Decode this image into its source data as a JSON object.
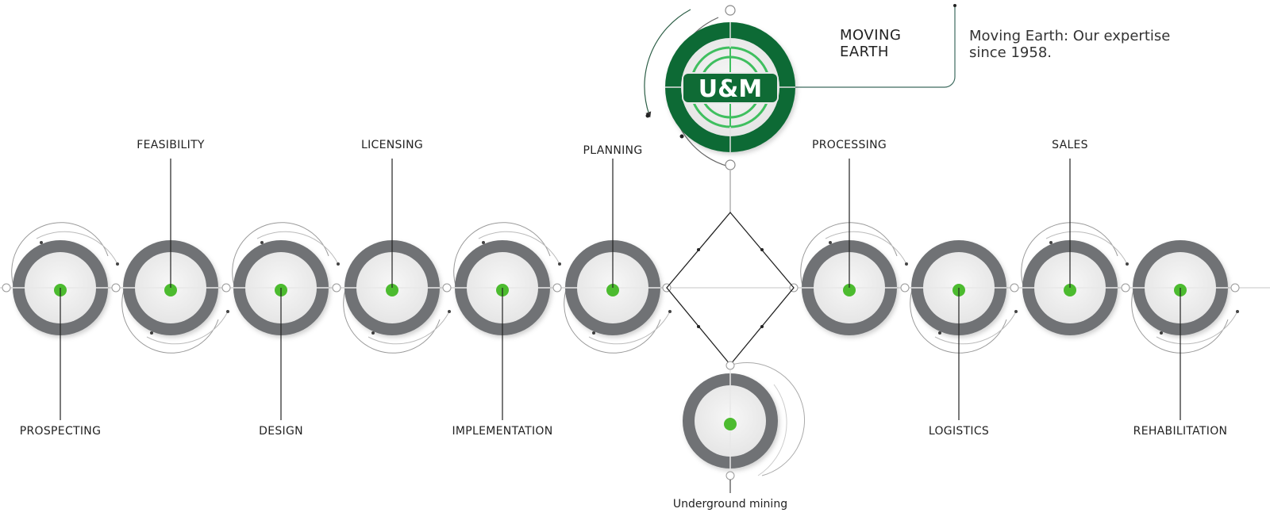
{
  "brand": {
    "logo_text": "U&M",
    "title_line1": "MOVING",
    "title_line2": "EARTH",
    "tagline": "Moving Earth: Our expertise since 1958.",
    "colors": {
      "logo_green": "#0f6b35",
      "target_green": "#3fbf5f",
      "node_green": "#4cbb2f",
      "ring_gray": "#6f7274"
    }
  },
  "stages": [
    {
      "label": "PROSPECTING",
      "position": "below"
    },
    {
      "label": "FEASIBILITY",
      "position": "above"
    },
    {
      "label": "DESIGN",
      "position": "below"
    },
    {
      "label": "LICENSING",
      "position": "above"
    },
    {
      "label": "IMPLEMENTATION",
      "position": "below"
    },
    {
      "label": "PLANNING",
      "position": "above"
    },
    {
      "label": "PROCESSING",
      "position": "above"
    },
    {
      "label": "LOGISTICS",
      "position": "below"
    },
    {
      "label": "SALES",
      "position": "above"
    },
    {
      "label": "REHABILITATION",
      "position": "below"
    }
  ],
  "branch": {
    "label": "Underground mining"
  }
}
